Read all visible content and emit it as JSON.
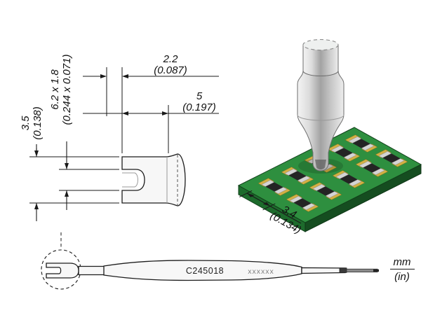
{
  "colors": {
    "line": "#1a1a1a",
    "text": "#111111",
    "pcb_green": "#2e8f3f",
    "pcb_edge": "#1d6b2c",
    "pcb_edge_dark": "#154d20",
    "pad_gold": "#d2b044",
    "chip_body": "#242424",
    "chip_cap": "#d4d4d4"
  },
  "dimensions": {
    "cup_height": {
      "mm": "3.5",
      "in": "(0.138)"
    },
    "cross_section": {
      "mm": "6.2 x 1.8",
      "in": "(0.244 x 0.071)"
    },
    "slot_width": {
      "mm": "2.2",
      "in": "(0.087)"
    },
    "tip_width": {
      "mm": "5",
      "in": "(0.197)"
    },
    "pitch": {
      "mm": "3.4",
      "in": "(0.134)"
    }
  },
  "cartridge": {
    "part_number": "C245018",
    "serial_placeholder": "xxxxxx"
  },
  "units": {
    "primary": "mm",
    "secondary": "(in)"
  }
}
